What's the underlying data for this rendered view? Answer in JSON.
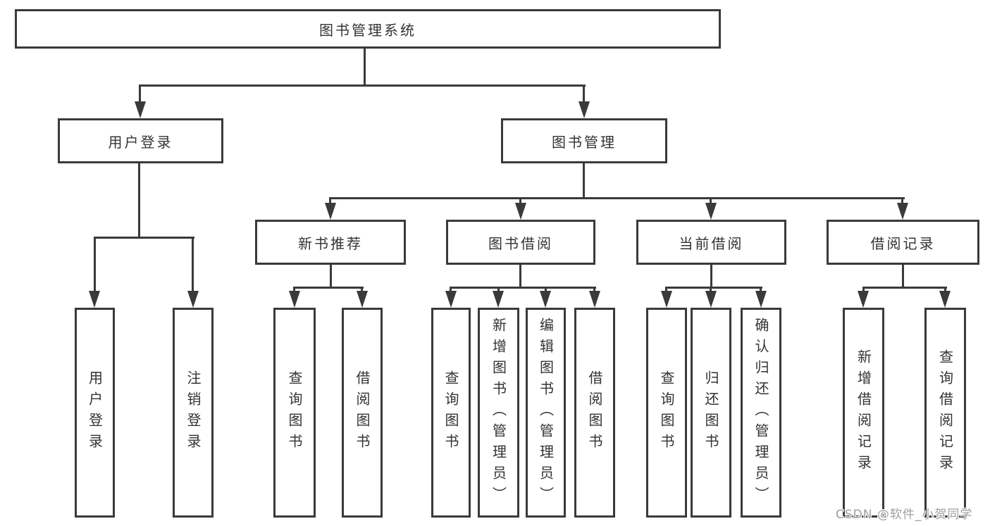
{
  "root": {
    "label": "图书管理系统"
  },
  "branches": {
    "user_login": {
      "label": "用户登录",
      "children": [
        "用户登录",
        "注销登录"
      ]
    },
    "book_mgmt": {
      "label": "图书管理"
    }
  },
  "modules": [
    {
      "label": "新书推荐",
      "children": [
        "查询图书",
        "借阅图书"
      ]
    },
    {
      "label": "图书借阅",
      "children": [
        "查询图书",
        "新增图书（管理员）",
        "编辑图书（管理员）",
        "借阅图书"
      ]
    },
    {
      "label": "当前借阅",
      "children": [
        "查询图书",
        "归还图书",
        "确认归还（管理员）"
      ]
    },
    {
      "label": "借阅记录",
      "children": [
        "新增借阅记录",
        "查询借阅记录"
      ]
    }
  ],
  "watermark": "CSDN @软件_小贺同学",
  "colors": {
    "line": "#3a3a3a",
    "text": "#333333",
    "background": "#ffffff",
    "watermark": "#9e9e9e"
  }
}
